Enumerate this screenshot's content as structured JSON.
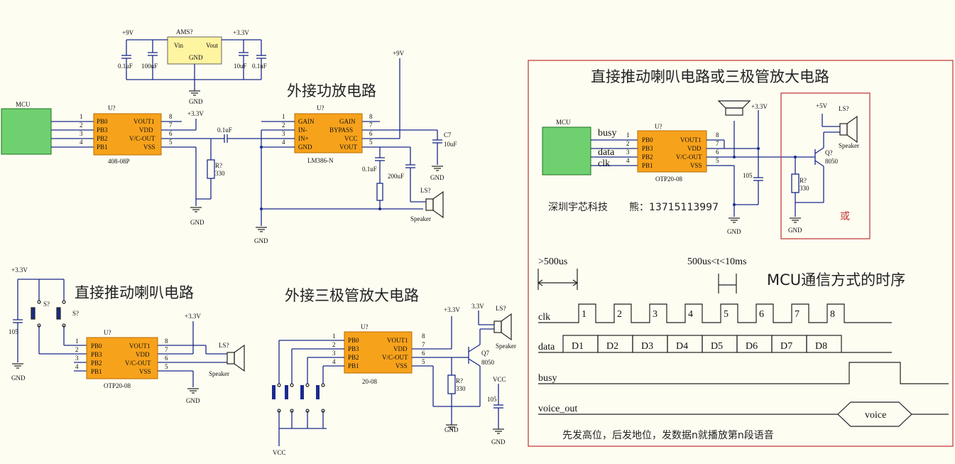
{
  "titles": {
    "amp": "外接功放电路",
    "direct": "直接推动喇叭电路",
    "transistor": "外接三极管放大电路",
    "panel": "直接推动喇叭电路或三极管放大电路",
    "timing": "MCU通信方式的时序",
    "or": "或"
  },
  "labels": {
    "mcu": "MCU",
    "u7": "U?",
    "ams": "AMS?",
    "vin": "Vin",
    "vout": "Vout",
    "gnd": "GND",
    "p9v": "+9V",
    "p33v": "+3.3V",
    "p5v": "+5V",
    "v33": "3.3V",
    "vcc": "VCC",
    "c01": "0.1uF",
    "c100": "100uF",
    "c10": "10uF",
    "c200": "200uF",
    "c7": "C7",
    "c105": "105",
    "r7": "R?",
    "r330": "330",
    "ls7": "LS?",
    "speaker": "Speaker",
    "q7": "Q7",
    "q7b": "Q?",
    "n8050": "8050",
    "s7": "S?",
    "p408": "408-08P",
    "otp": "OTP20-08",
    "p2008": "20-08",
    "lm386": "LM386-N",
    "company": "深圳宇芯科技",
    "contact": "熊：13715113997",
    "busy": "busy",
    "data": "data",
    "clk": "clk"
  },
  "chip_pins": {
    "left": [
      "PB0",
      "PB3",
      "PB2",
      "PB1"
    ],
    "right": [
      "VOUT1",
      "VDD",
      "V/C-OUT",
      "VSS"
    ],
    "left_nums": [
      "1",
      "2",
      "3",
      "4"
    ],
    "right_nums": [
      "8",
      "7",
      "6",
      "5"
    ]
  },
  "lm386_pins": {
    "left": [
      "GAIN",
      "IN-",
      "IN+",
      "GND"
    ],
    "right": [
      "GAIN",
      "BYPASS",
      "VCC",
      "VOUT"
    ]
  },
  "timing": {
    "t1": ">500us",
    "t2": "500us<t<10ms",
    "clk": "clk",
    "data": "data",
    "busy": "busy",
    "voice_out": "voice_out",
    "voice": "voice",
    "clk_nums": [
      "1",
      "2",
      "3",
      "4",
      "5",
      "6",
      "7",
      "8"
    ],
    "data_bits": [
      "D1",
      "D2",
      "D3",
      "D4",
      "D5",
      "D6",
      "D7",
      "D8"
    ],
    "note": "先发高位，后发地位，发数据n就播放第n段语音"
  },
  "colors": {
    "wire": "#1a2b8c",
    "chip": "#f7a21b",
    "mcu": "#6fd06f",
    "border": "#c03030",
    "background": "#fefdf2"
  }
}
